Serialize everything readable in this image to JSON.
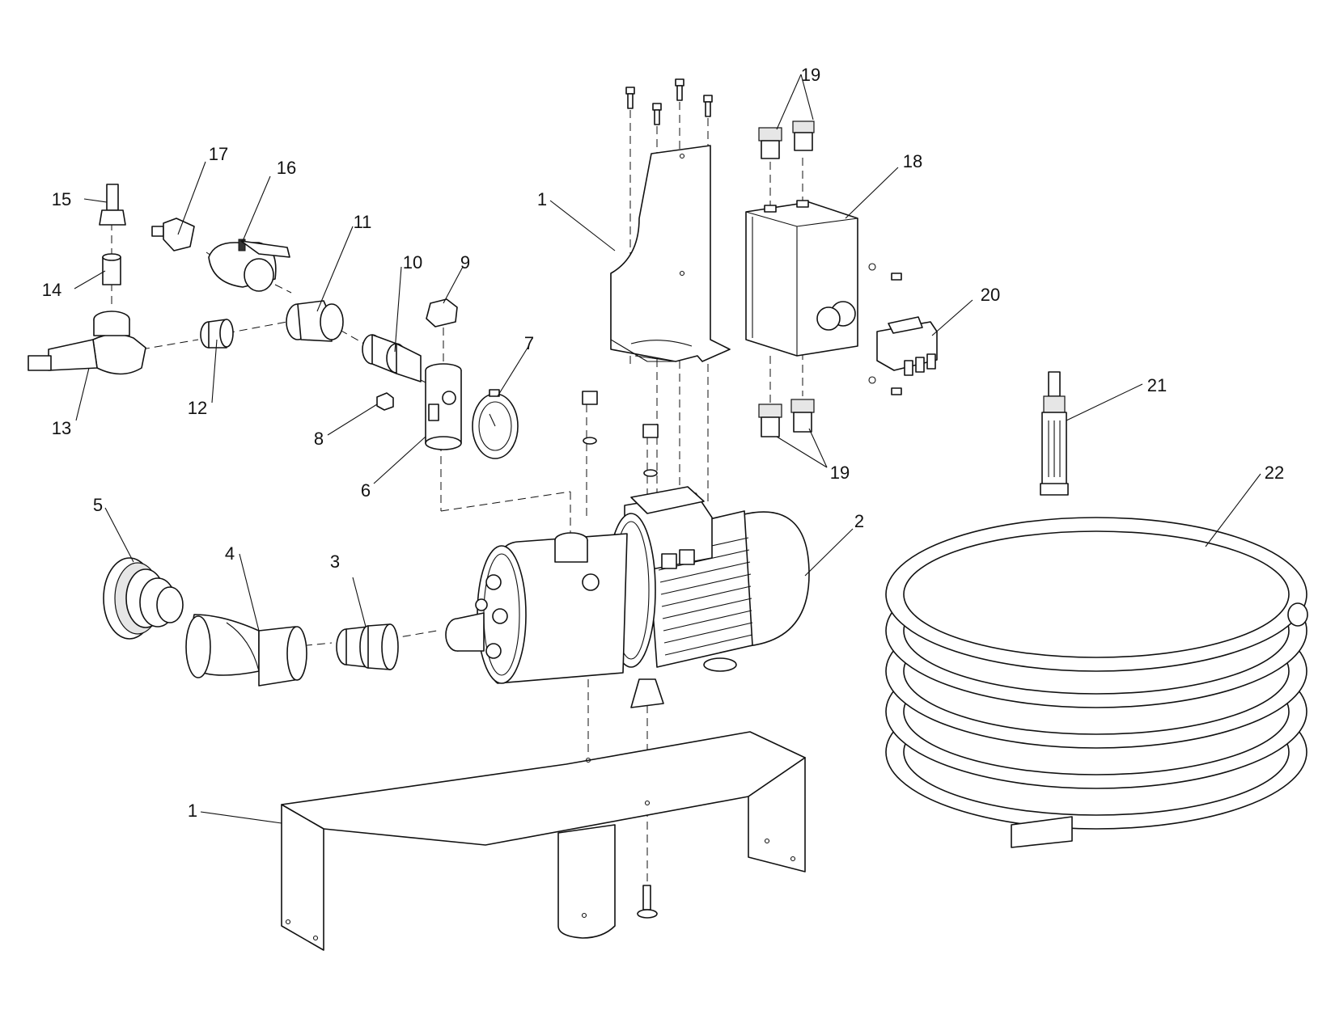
{
  "diagram": {
    "callouts": {
      "c1_bracket": "1",
      "c1_base": "1",
      "c2": "2",
      "c3": "3",
      "c4": "4",
      "c5": "5",
      "c6": "6",
      "c7": "7",
      "c8": "8",
      "c9": "9",
      "c10": "10",
      "c11": "11",
      "c12": "12",
      "c13": "13",
      "c14": "14",
      "c15": "15",
      "c16": "16",
      "c17": "17",
      "c18": "18",
      "c19_top": "19",
      "c19_bottom": "19",
      "c20": "20",
      "c21": "21",
      "c22": "22"
    }
  }
}
